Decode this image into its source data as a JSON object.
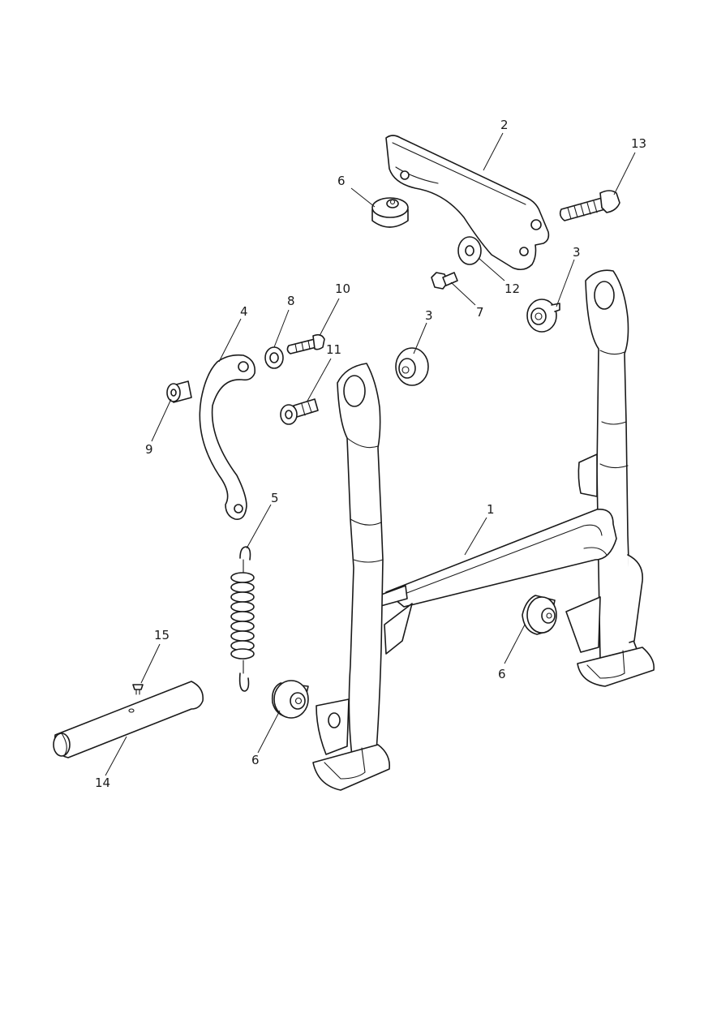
{
  "callouts": {
    "c1": "1",
    "c2": "2",
    "c3a": "3",
    "c3b": "3",
    "c4": "4",
    "c5": "5",
    "c6a": "6",
    "c6b": "6",
    "c6c": "6",
    "c7": "7",
    "c8": "8",
    "c9": "9",
    "c10": "10",
    "c11": "11",
    "c12": "12",
    "c13": "13",
    "c14": "14",
    "c15": "15"
  }
}
